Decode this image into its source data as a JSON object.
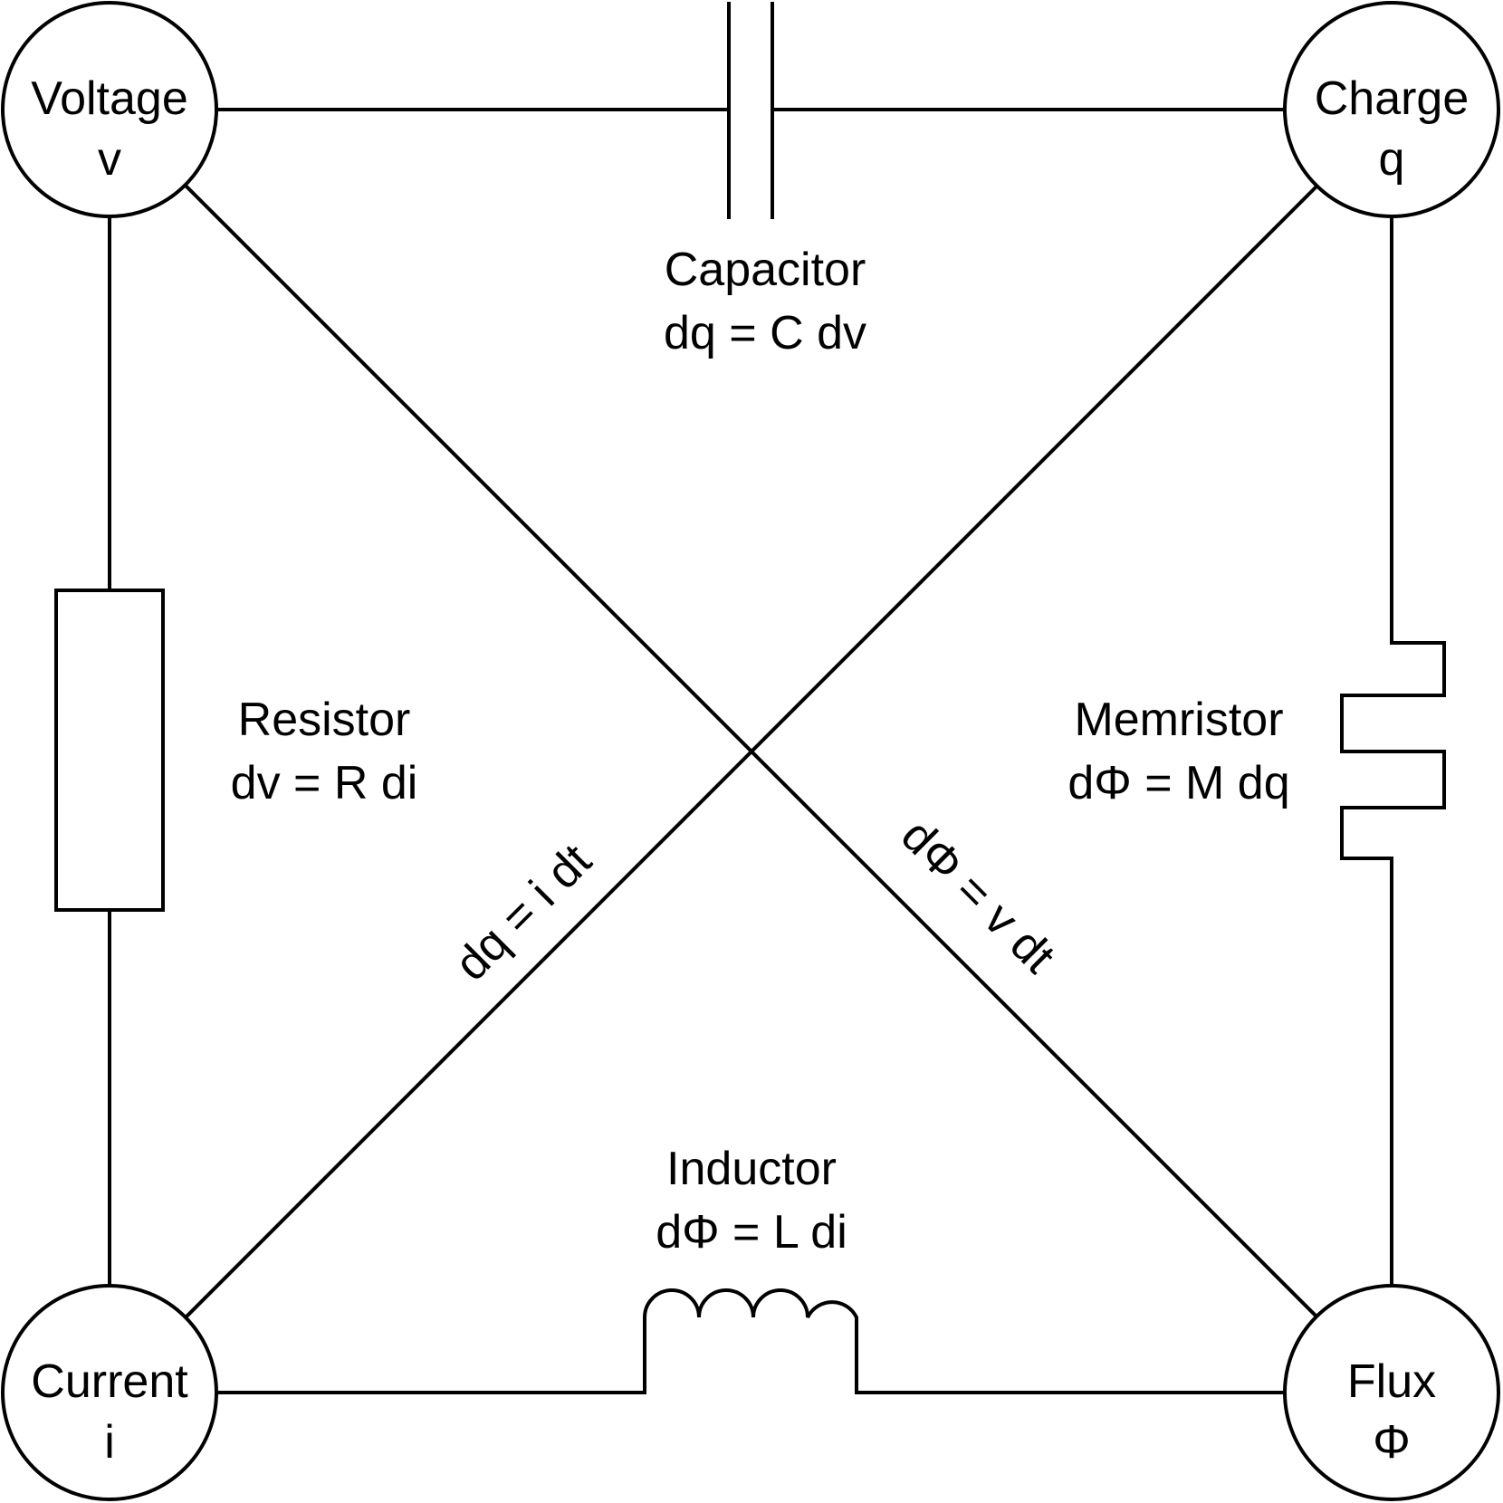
{
  "nodes": {
    "voltage": {
      "name": "Voltage",
      "symbol": "v"
    },
    "charge": {
      "name": "Charge",
      "symbol": "q"
    },
    "current": {
      "name": "Current",
      "symbol": "i"
    },
    "flux": {
      "name": "Flux",
      "symbol": "Φ"
    }
  },
  "elements": {
    "capacitor": {
      "name": "Capacitor",
      "relation": "dq = C dv"
    },
    "resistor": {
      "name": "Resistor",
      "relation": "dv = R di"
    },
    "memristor": {
      "name": "Memristor",
      "relation": "dΦ = M dq"
    },
    "inductor": {
      "name": "Inductor",
      "relation": "dΦ = L di"
    }
  },
  "diagonals": {
    "charge_current": "dq = i dt",
    "flux_voltage": "dΦ = v dt"
  }
}
